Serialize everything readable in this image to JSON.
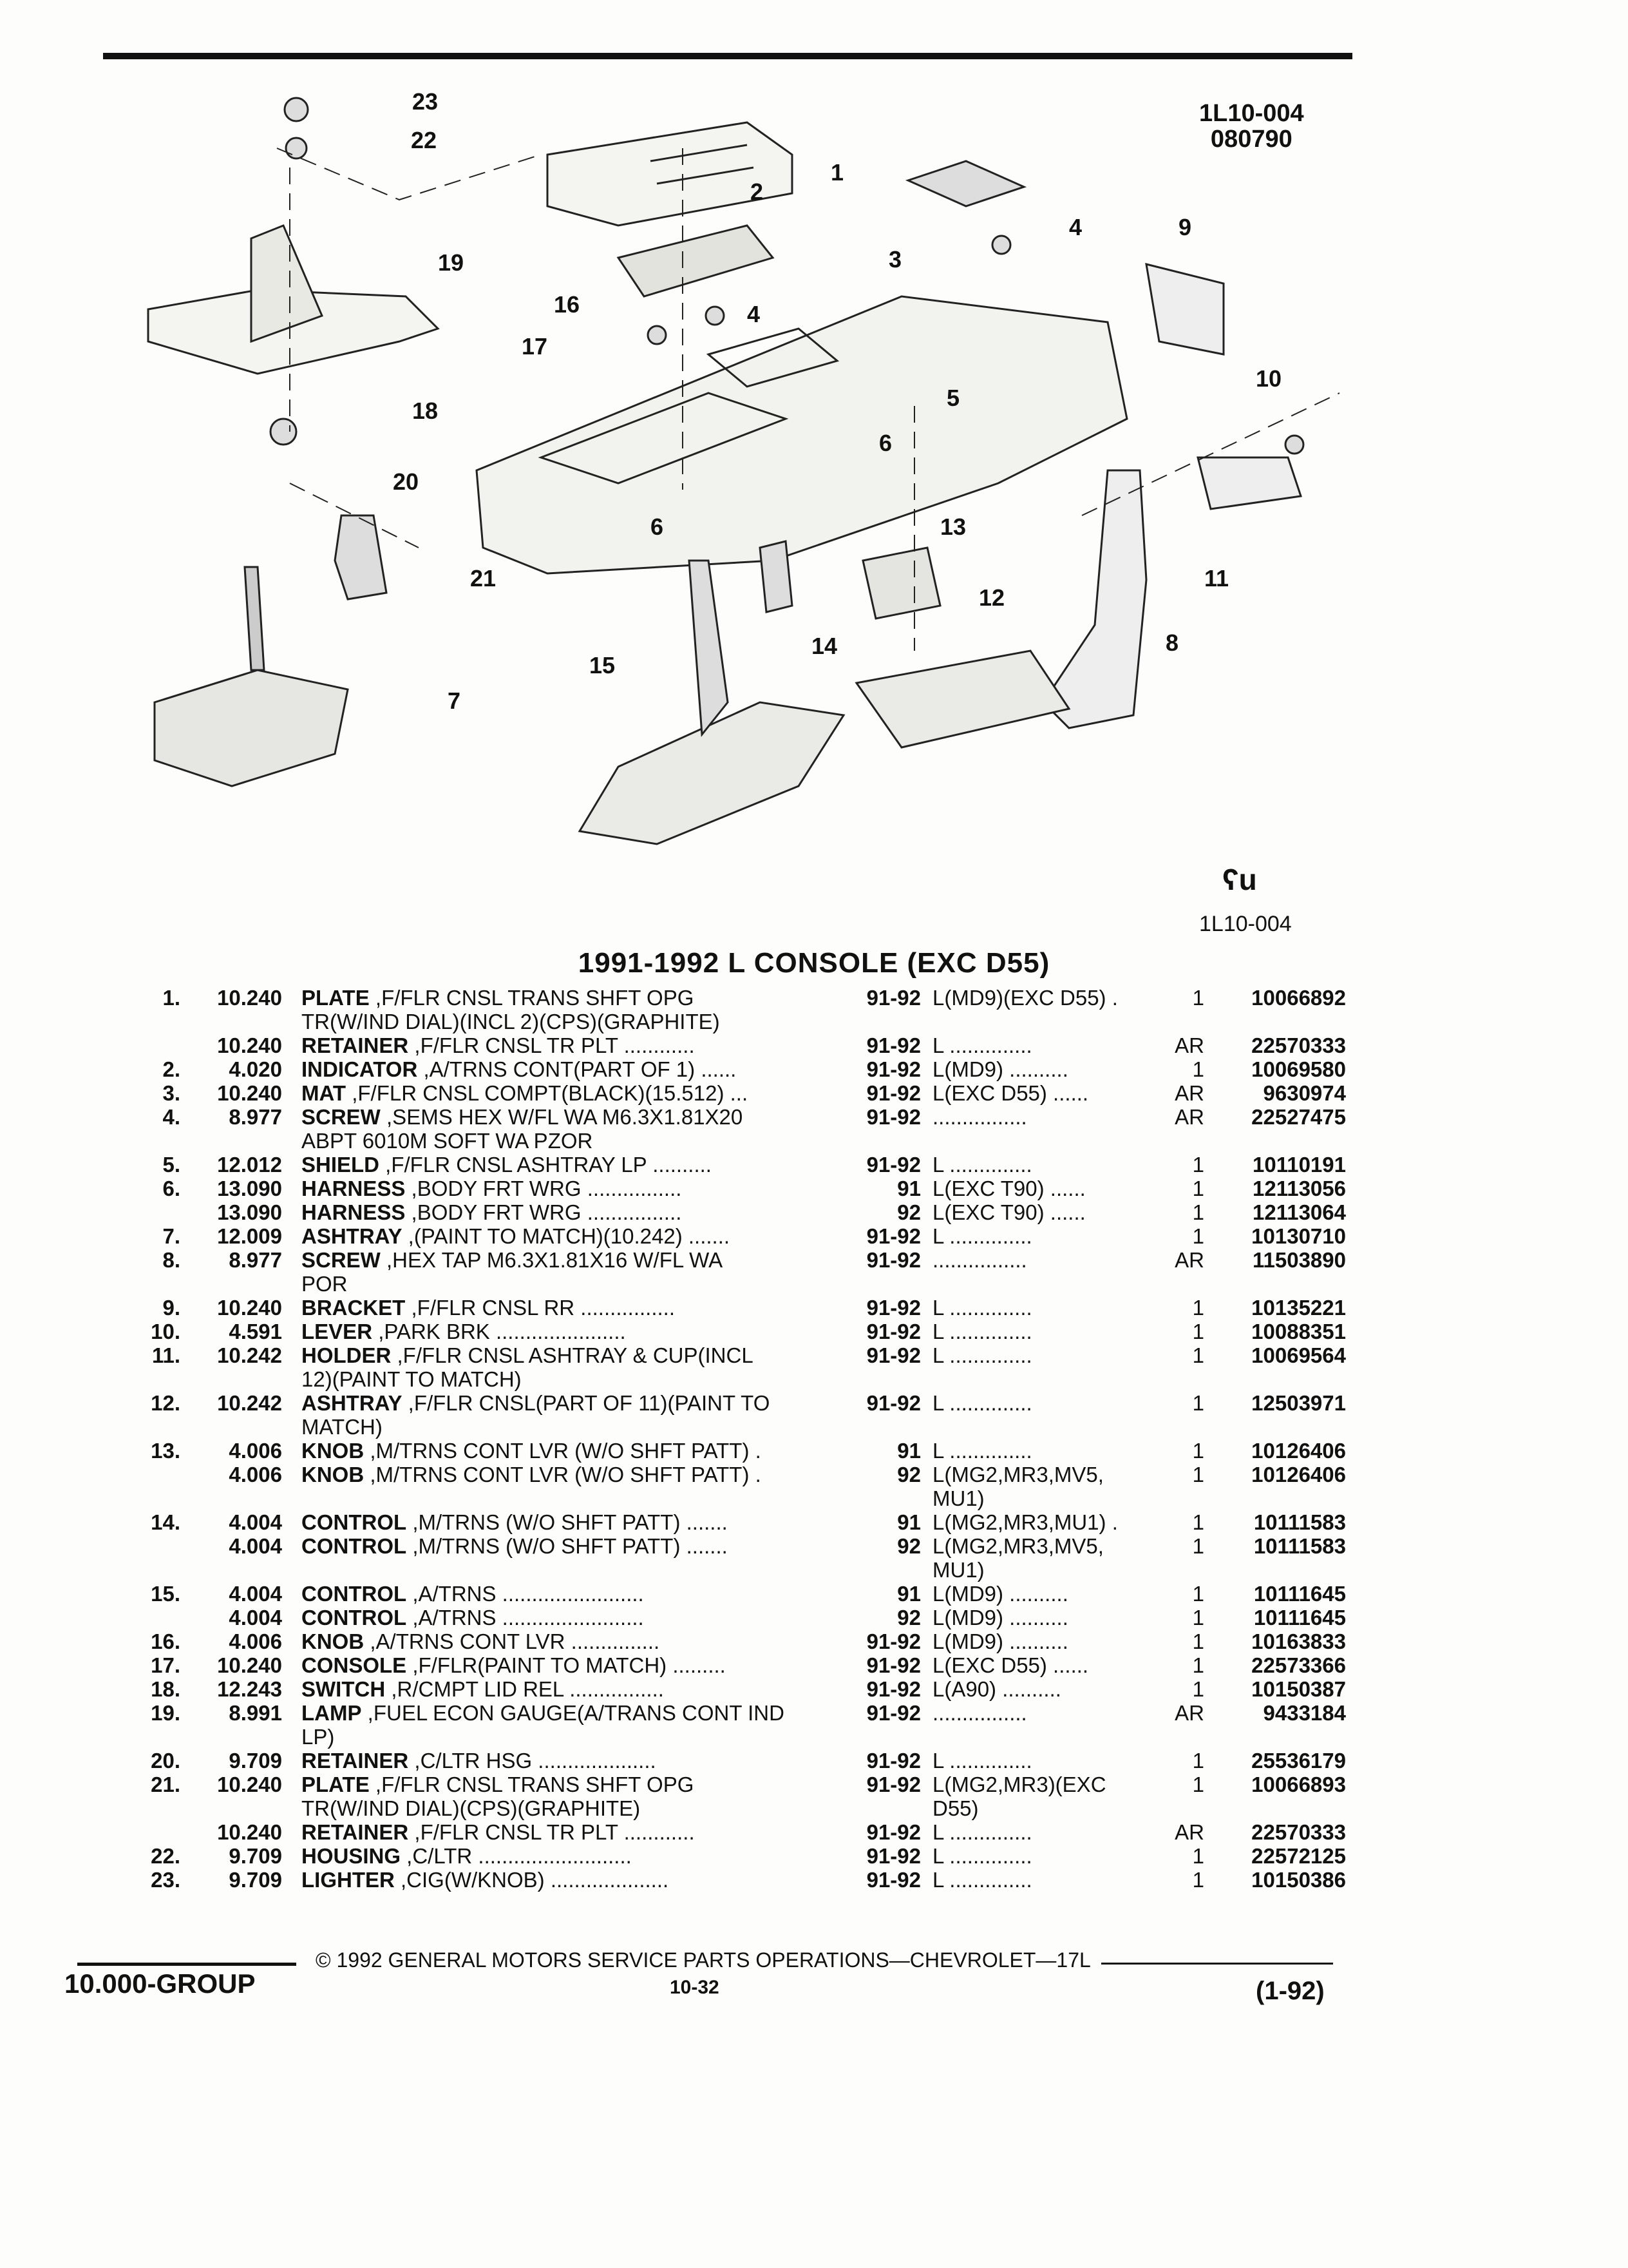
{
  "figure": {
    "id_top_line1": "1L10-004",
    "id_top_line2": "080790",
    "id_bottom": "1L10-004",
    "logo_glyph": "ʕu"
  },
  "callouts": [
    "1",
    "2",
    "3",
    "4",
    "4",
    "5",
    "6",
    "6",
    "7",
    "8",
    "9",
    "10",
    "11",
    "12",
    "13",
    "14",
    "15",
    "16",
    "17",
    "18",
    "19",
    "20",
    "21",
    "22",
    "23"
  ],
  "section_title": "1991-1992 L CONSOLE (EXC D55)",
  "rows": [
    {
      "item": "1.",
      "grp": "10.240",
      "name": "PLATE",
      "desc": " ,F/FLR CNSL TRANS SHFT OPG",
      "years": "91-92",
      "model": "L(MD9)(EXC D55) .",
      "qty": "1",
      "part": "10066892"
    },
    {
      "item": "",
      "grp": "",
      "name": "",
      "desc": "TR(W/IND DIAL)(INCL 2)(CPS)(GRAPHITE)",
      "years": "",
      "model": "",
      "qty": "",
      "part": ""
    },
    {
      "item": "",
      "grp": "10.240",
      "name": "RETAINER",
      "desc": " ,F/FLR CNSL TR PLT ............",
      "years": "91-92",
      "model": "L ..............",
      "qty": "AR",
      "part": "22570333"
    },
    {
      "item": "2.",
      "grp": "4.020",
      "name": "INDICATOR",
      "desc": " ,A/TRNS CONT(PART OF 1) ......",
      "years": "91-92",
      "model": "L(MD9) ..........",
      "qty": "1",
      "part": "10069580"
    },
    {
      "item": "3.",
      "grp": "10.240",
      "name": "MAT",
      "desc": " ,F/FLR CNSL COMPT(BLACK)(15.512) ...",
      "years": "91-92",
      "model": "L(EXC D55) ......",
      "qty": "AR",
      "part": "9630974"
    },
    {
      "item": "4.",
      "grp": "8.977",
      "name": "SCREW",
      "desc": " ,SEMS HEX W/FL WA M6.3X1.81X20",
      "years": "91-92",
      "model": "................",
      "qty": "AR",
      "part": "22527475"
    },
    {
      "item": "",
      "grp": "",
      "name": "",
      "desc": "ABPT 6010M SOFT WA PZOR",
      "years": "",
      "model": "",
      "qty": "",
      "part": ""
    },
    {
      "item": "5.",
      "grp": "12.012",
      "name": "SHIELD",
      "desc": " ,F/FLR CNSL ASHTRAY LP ..........",
      "years": "91-92",
      "model": "L ..............",
      "qty": "1",
      "part": "10110191"
    },
    {
      "item": "6.",
      "grp": "13.090",
      "name": "HARNESS",
      "desc": " ,BODY FRT WRG ................",
      "years": "91",
      "model": "L(EXC T90) ......",
      "qty": "1",
      "part": "12113056"
    },
    {
      "item": "",
      "grp": "13.090",
      "name": "HARNESS",
      "desc": " ,BODY FRT WRG ................",
      "years": "92",
      "model": "L(EXC T90) ......",
      "qty": "1",
      "part": "12113064"
    },
    {
      "item": "7.",
      "grp": "12.009",
      "name": "ASHTRAY",
      "desc": " ,(PAINT TO MATCH)(10.242) .......",
      "years": "91-92",
      "model": "L ..............",
      "qty": "1",
      "part": "10130710"
    },
    {
      "item": "8.",
      "grp": "8.977",
      "name": "SCREW",
      "desc": " ,HEX TAP M6.3X1.81X16 W/FL WA",
      "years": "91-92",
      "model": "................",
      "qty": "AR",
      "part": "11503890"
    },
    {
      "item": "",
      "grp": "",
      "name": "",
      "desc": "POR",
      "years": "",
      "model": "",
      "qty": "",
      "part": ""
    },
    {
      "item": "9.",
      "grp": "10.240",
      "name": "BRACKET",
      "desc": " ,F/FLR CNSL RR ................",
      "years": "91-92",
      "model": "L ..............",
      "qty": "1",
      "part": "10135221"
    },
    {
      "item": "10.",
      "grp": "4.591",
      "name": "LEVER",
      "desc": " ,PARK BRK ......................",
      "years": "91-92",
      "model": "L ..............",
      "qty": "1",
      "part": "10088351"
    },
    {
      "item": "11.",
      "grp": "10.242",
      "name": "HOLDER",
      "desc": " ,F/FLR CNSL ASHTRAY & CUP(INCL",
      "years": "91-92",
      "model": "L ..............",
      "qty": "1",
      "part": "10069564"
    },
    {
      "item": "",
      "grp": "",
      "name": "",
      "desc": "12)(PAINT TO MATCH)",
      "years": "",
      "model": "",
      "qty": "",
      "part": ""
    },
    {
      "item": "12.",
      "grp": "10.242",
      "name": "ASHTRAY",
      "desc": " ,F/FLR CNSL(PART OF 11)(PAINT TO",
      "years": "91-92",
      "model": "L ..............",
      "qty": "1",
      "part": "12503971"
    },
    {
      "item": "",
      "grp": "",
      "name": "",
      "desc": "MATCH)",
      "years": "",
      "model": "",
      "qty": "",
      "part": ""
    },
    {
      "item": "13.",
      "grp": "4.006",
      "name": "KNOB",
      "desc": " ,M/TRNS CONT LVR (W/O SHFT PATT) .",
      "years": "91",
      "model": "L ..............",
      "qty": "1",
      "part": "10126406"
    },
    {
      "item": "",
      "grp": "4.006",
      "name": "KNOB",
      "desc": " ,M/TRNS CONT LVR (W/O SHFT PATT) .",
      "years": "92",
      "model": "L(MG2,MR3,MV5,",
      "qty": "1",
      "part": "10126406"
    },
    {
      "item": "",
      "grp": "",
      "name": "",
      "desc": "",
      "years": "",
      "model": "MU1)",
      "qty": "",
      "part": ""
    },
    {
      "item": "14.",
      "grp": "4.004",
      "name": "CONTROL",
      "desc": " ,M/TRNS (W/O SHFT PATT) .......",
      "years": "91",
      "model": "L(MG2,MR3,MU1) .",
      "qty": "1",
      "part": "10111583"
    },
    {
      "item": "",
      "grp": "4.004",
      "name": "CONTROL",
      "desc": " ,M/TRNS (W/O SHFT PATT) .......",
      "years": "92",
      "model": "L(MG2,MR3,MV5,",
      "qty": "1",
      "part": "10111583"
    },
    {
      "item": "",
      "grp": "",
      "name": "",
      "desc": "",
      "years": "",
      "model": "MU1)",
      "qty": "",
      "part": ""
    },
    {
      "item": "15.",
      "grp": "4.004",
      "name": "CONTROL",
      "desc": " ,A/TRNS ........................",
      "years": "91",
      "model": "L(MD9) ..........",
      "qty": "1",
      "part": "10111645"
    },
    {
      "item": "",
      "grp": "4.004",
      "name": "CONTROL",
      "desc": " ,A/TRNS ........................",
      "years": "92",
      "model": "L(MD9) ..........",
      "qty": "1",
      "part": "10111645"
    },
    {
      "item": "16.",
      "grp": "4.006",
      "name": "KNOB",
      "desc": " ,A/TRNS CONT LVR ...............",
      "years": "91-92",
      "model": "L(MD9) ..........",
      "qty": "1",
      "part": "10163833"
    },
    {
      "item": "17.",
      "grp": "10.240",
      "name": "CONSOLE",
      "desc": " ,F/FLR(PAINT TO MATCH) .........",
      "years": "91-92",
      "model": "L(EXC D55) ......",
      "qty": "1",
      "part": "22573366"
    },
    {
      "item": "18.",
      "grp": "12.243",
      "name": "SWITCH",
      "desc": " ,R/CMPT LID REL ................",
      "years": "91-92",
      "model": "L(A90) ..........",
      "qty": "1",
      "part": "10150387"
    },
    {
      "item": "19.",
      "grp": "8.991",
      "name": "LAMP",
      "desc": " ,FUEL ECON GAUGE(A/TRANS CONT IND",
      "years": "91-92",
      "model": "................",
      "qty": "AR",
      "part": "9433184"
    },
    {
      "item": "",
      "grp": "",
      "name": "",
      "desc": "LP)",
      "years": "",
      "model": "",
      "qty": "",
      "part": ""
    },
    {
      "item": "20.",
      "grp": "9.709",
      "name": "RETAINER",
      "desc": " ,C/LTR HSG ....................",
      "years": "91-92",
      "model": "L ..............",
      "qty": "1",
      "part": "25536179"
    },
    {
      "item": "21.",
      "grp": "10.240",
      "name": "PLATE",
      "desc": " ,F/FLR CNSL TRANS SHFT OPG",
      "years": "91-92",
      "model": "L(MG2,MR3)(EXC",
      "qty": "1",
      "part": "10066893"
    },
    {
      "item": "",
      "grp": "",
      "name": "",
      "desc": "TR(W/IND DIAL)(CPS)(GRAPHITE)",
      "years": "",
      "model": "D55)",
      "qty": "",
      "part": ""
    },
    {
      "item": "",
      "grp": "10.240",
      "name": "RETAINER",
      "desc": " ,F/FLR CNSL TR PLT ............",
      "years": "91-92",
      "model": "L ..............",
      "qty": "AR",
      "part": "22570333"
    },
    {
      "item": "22.",
      "grp": "9.709",
      "name": "HOUSING",
      "desc": " ,C/LTR ..........................",
      "years": "91-92",
      "model": "L ..............",
      "qty": "1",
      "part": "22572125"
    },
    {
      "item": "23.",
      "grp": "9.709",
      "name": "LIGHTER",
      "desc": " ,CIG(W/KNOB) ....................",
      "years": "91-92",
      "model": "L ..............",
      "qty": "1",
      "part": "10150386"
    }
  ],
  "footer": {
    "copyright": "© 1992 GENERAL MOTORS SERVICE PARTS OPERATIONS—CHEVROLET—17L",
    "group": "10.000-GROUP",
    "page": "10-32",
    "date": "(1-92)"
  }
}
